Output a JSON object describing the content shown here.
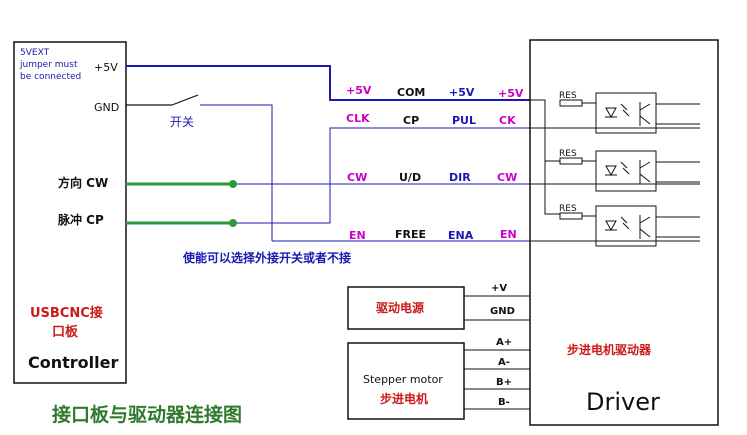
{
  "colors": {
    "black": "#111111",
    "blue": "#1a1ab3",
    "magenta": "#cc00cc",
    "green": "#2a9a3a",
    "red": "#cc1a1a",
    "darkgreen": "#2f7a2f",
    "jumper_blue": "#1a1ab3"
  },
  "controller": {
    "jumper_note_lines": [
      "5VEXT",
      "jumper must",
      "be connected"
    ],
    "pin_5v": "+5V",
    "pin_gnd": "GND",
    "pin_dir": "方向 CW",
    "pin_pul": "脉冲 CP",
    "name_cn_line1": "USBCNC接",
    "name_cn_line2": "口板",
    "name_en": "Controller"
  },
  "switch_label": "开关",
  "enable_note": "使能可以选择外接开关或者不接",
  "signal_table": {
    "rows": [
      [
        "+5V",
        "COM",
        "+5V",
        "+5V"
      ],
      [
        "CLK",
        "CP",
        "PUL",
        "CK"
      ],
      [
        "CW",
        "U/D",
        "DIR",
        "CW"
      ],
      [
        "EN",
        "FREE",
        "ENA",
        "EN"
      ]
    ]
  },
  "resistor_label": "RES",
  "power_box": {
    "label": "驱动电源",
    "pin_plus": "+V",
    "pin_gnd": "GND"
  },
  "motor_box": {
    "label_en": "Stepper motor",
    "label_cn": "步进电机",
    "pins": [
      "A+",
      "A-",
      "B+",
      "B-"
    ]
  },
  "driver": {
    "name_cn": "步进电机驱动器",
    "name_en": "Driver"
  },
  "caption": "接口板与驱动器连接图"
}
